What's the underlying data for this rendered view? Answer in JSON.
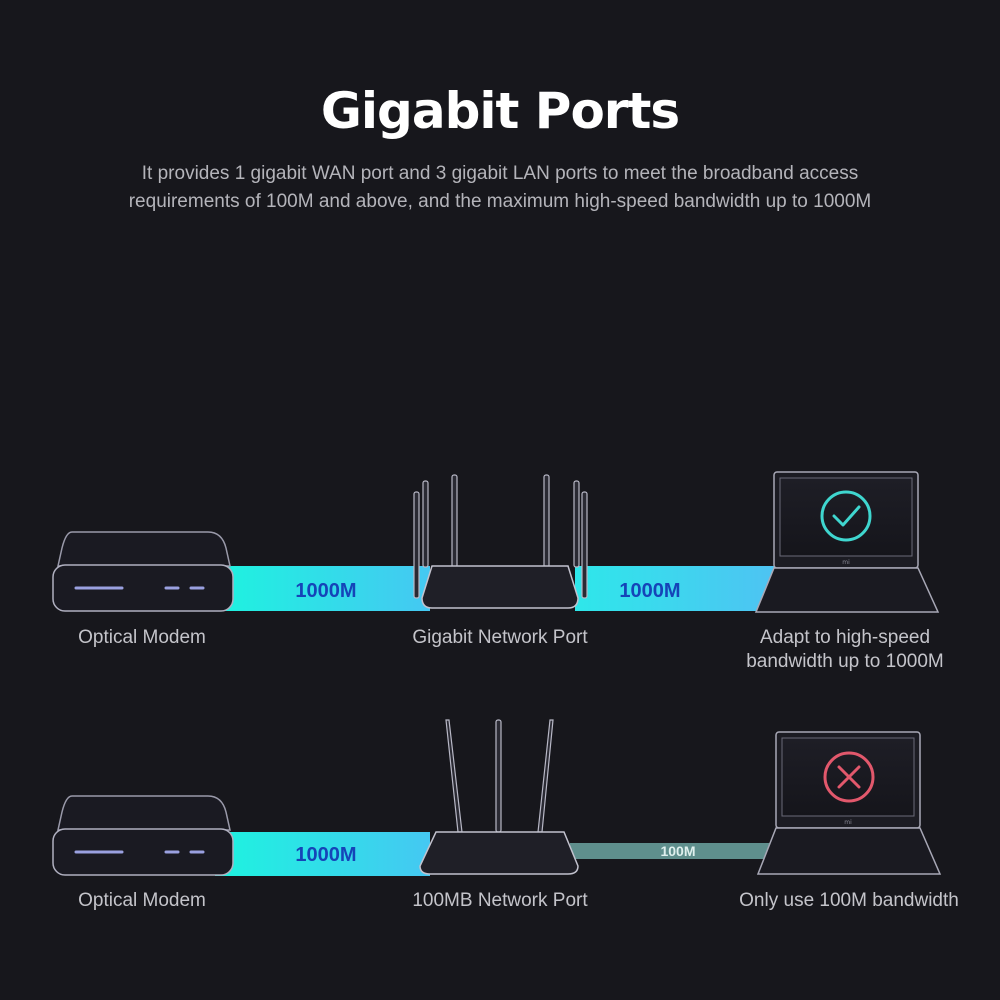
{
  "header": {
    "title": "Gigabit Ports",
    "description_line1": "It provides 1 gigabit WAN port and 3 gigabit LAN ports to meet the broadband access",
    "description_line2": "requirements of 100M and above, and the maximum high-speed bandwidth up to  1000M"
  },
  "row_gigabit": {
    "modem_label": "Optical Modem",
    "link1_speed": "1000M",
    "router_label": "Gigabit Network Port",
    "link2_speed": "1000M",
    "laptop_label_line1": "Adapt to high-speed",
    "laptop_label_line2": "bandwidth up to 1000M",
    "status_icon": "check-circle-icon"
  },
  "row_100mb": {
    "modem_label": "Optical Modem",
    "link1_speed": "1000M",
    "router_label": "100MB Network Port",
    "link2_speed": "100M",
    "laptop_label": "Only use 100M bandwidth",
    "status_icon": "x-circle-icon"
  },
  "laptop_brand": "mi",
  "colors": {
    "background": "#17171c",
    "fast_link_start": "#1df3df",
    "fast_link_end": "#45c8f2",
    "fast_link_text": "#1544b8",
    "slow_link": "#5f8f8d",
    "check": "#3fd6cf",
    "cross": "#e2586c"
  }
}
